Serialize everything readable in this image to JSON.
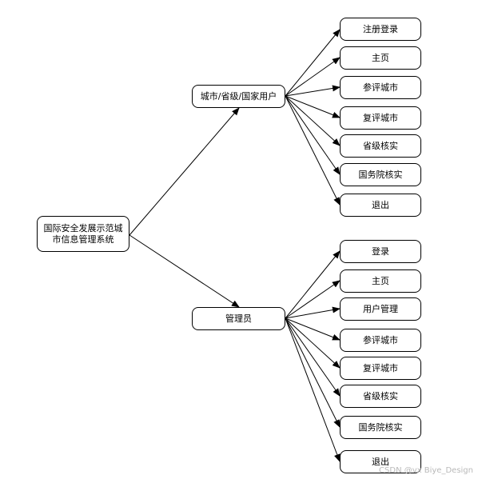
{
  "root": {
    "line1": "国际安全发展示范城",
    "line2": "市信息管理系统"
  },
  "user_branch": {
    "label": "城市/省级/国家用户",
    "items": [
      "注册登录",
      "主页",
      "参评城市",
      "复评城市",
      "省级核实",
      "国务院核实",
      "退出"
    ]
  },
  "admin_branch": {
    "label": "管理员",
    "items": [
      "登录",
      "主页",
      "用户管理",
      "参评城市",
      "复评城市",
      "省级核实",
      "国务院核实",
      "退出"
    ]
  },
  "watermark": "CSDN @vx Biye_Design",
  "colors": {
    "line": "#000000",
    "border": "#000000",
    "background": "#ffffff"
  }
}
